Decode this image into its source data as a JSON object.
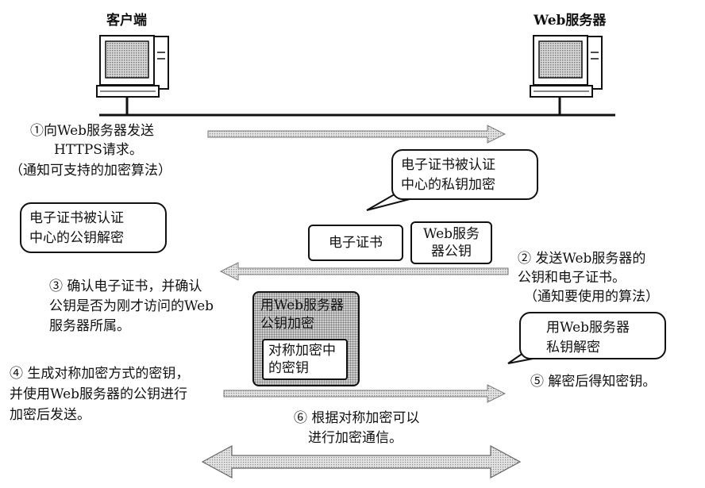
{
  "nodes": {
    "client": "客户端",
    "server": "Web服务器"
  },
  "steps": {
    "step1": {
      "line1": "①向Web服务器发送",
      "line2": "HTTPS请求。",
      "line3": "（通知可支持的加密算法）"
    },
    "step2": {
      "line1": "② 发送Web服务器的",
      "line2": "公钥和电子证书。",
      "line3": "（通知要使用的算法）"
    },
    "step3": {
      "line1": "③ 确认电子证书，并确认",
      "line2": "公钥是否为刚才访问的Web",
      "line3": "服务器所属。"
    },
    "step4": {
      "line1": "④ 生成对称加密方式的密钥，",
      "line2": "并使用Web服务器的公钥进行",
      "line3": "加密后发送。"
    },
    "step5": {
      "line1": "⑤ 解密后得知密钥。"
    },
    "step6": {
      "line1": "⑥ 根据对称加密可以",
      "line2": "进行加密通信。"
    }
  },
  "bubbles": {
    "ca_private": {
      "line1": "电子证书被认证",
      "line2": "中心的私钥加密"
    },
    "ca_public": {
      "line1": "电子证书被认证",
      "line2": "中心的公钥解密"
    },
    "server_private": {
      "line1": "用Web服务器",
      "line2": "私钥解密"
    }
  },
  "boxes": {
    "certificate": "电子证书",
    "server_pubkey": {
      "line1": "Web服务",
      "line2": "器公钥"
    },
    "encrypted_pkg": {
      "line1": "用Web服务器",
      "line2": "公钥加密"
    },
    "symmetric_key": {
      "line1": "对称加密中",
      "line2": "的密钥"
    }
  },
  "colors": {
    "line": "#111111",
    "arrow_gray": "#9a9a9a",
    "pkg_gray": "#bdbdbd"
  }
}
